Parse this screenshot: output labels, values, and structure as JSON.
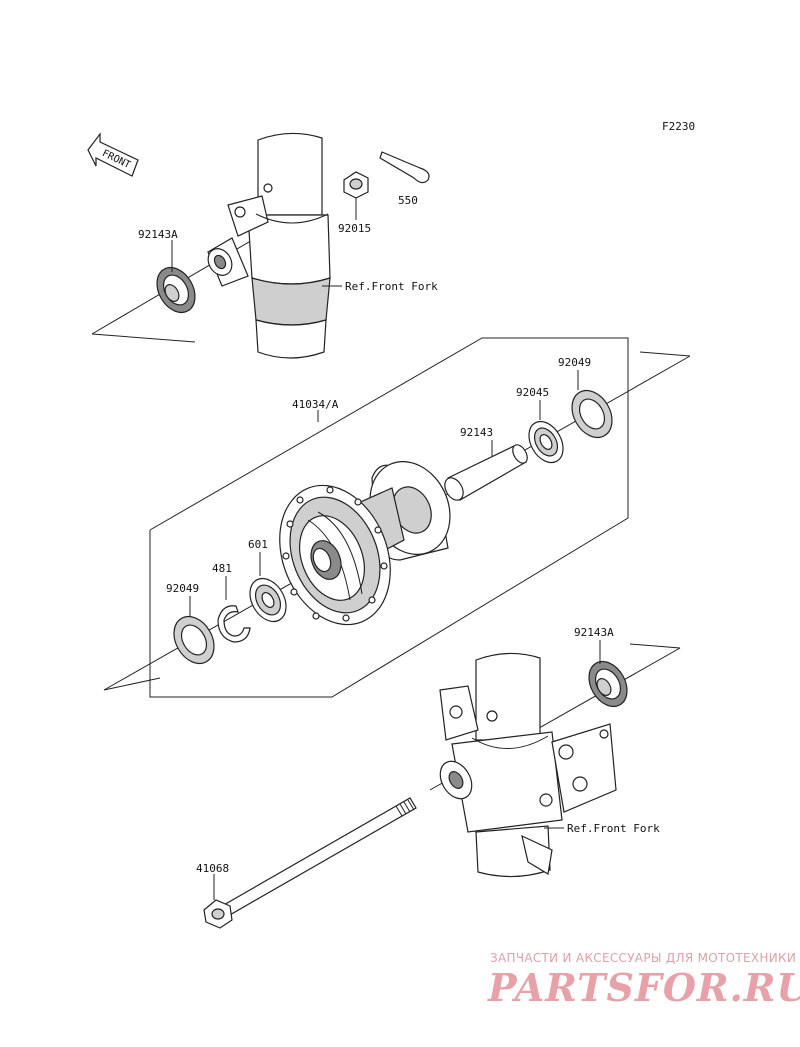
{
  "diagram": {
    "code": "F2230",
    "front_arrow_label": "FRONT",
    "ref_labels": {
      "upper_fork": "Ref.Front Fork",
      "lower_fork": "Ref.Front Fork"
    },
    "part_labels": {
      "p550": "550",
      "p92015": "92015",
      "p92143A_top": "92143A",
      "p41034A": "41034/A",
      "p92049_right": "92049",
      "p92045": "92045",
      "p92143": "92143",
      "p601": "601",
      "p481": "481",
      "p92049_left": "92049",
      "p92143A_bottom": "92143A",
      "p41068": "41068"
    }
  },
  "watermark": {
    "subtitle": "ЗАПЧАСТИ И АКСЕССУАРЫ ДЛЯ МОТОТЕХНИКИ",
    "logo": "PARTSFOR.RU",
    "color": "#e7a1a8"
  }
}
